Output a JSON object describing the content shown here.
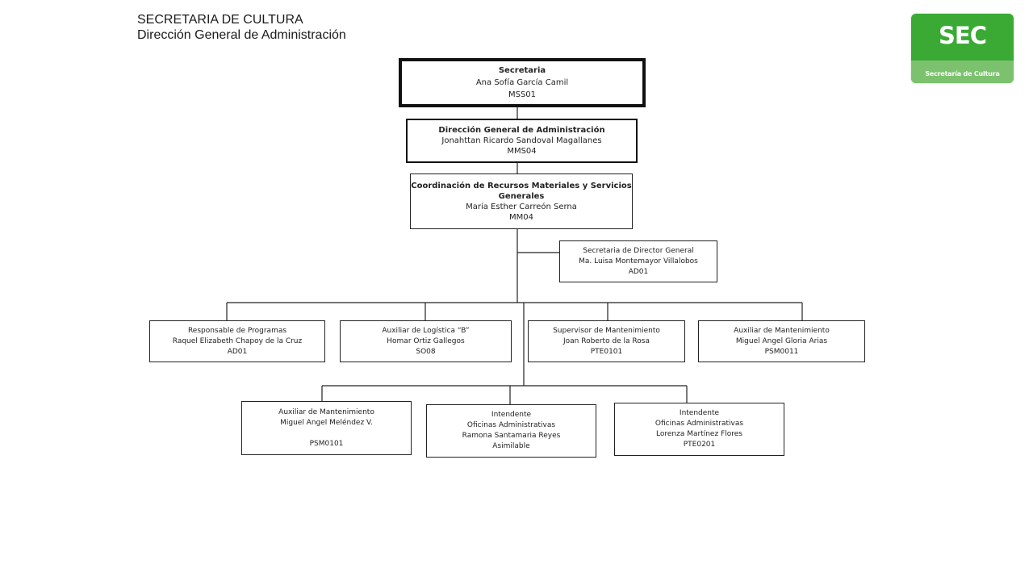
{
  "header": {
    "line1": "SECRETARIA DE CULTURA",
    "line2": "Dirección General de Administración"
  },
  "logo": {
    "mark": "SEC",
    "subtitle": "Secretaría de Cultura",
    "colors": {
      "main": "#3aaa35",
      "band": "#7cc26e"
    }
  },
  "nodes": {
    "secretaria": {
      "title": "Secretaria",
      "name": "Ana Sofía García Camil",
      "code": "MSS01"
    },
    "direccion": {
      "title": "Dirección General  de Administración",
      "name": "Jonahttan Ricardo Sandoval Magallanes",
      "code": "MMS04"
    },
    "coordinacion": {
      "title_1": "Coordinación  de Recursos Materiales  y Servicios",
      "title_2": "Generales",
      "name": "María Esther Carreón Serna",
      "code": "MM04"
    },
    "secretaria_director": {
      "title": "Secretaria de Director General",
      "name": "Ma. Luisa Montemayor Villalobos",
      "code": "AD01"
    },
    "responsable": {
      "title": "Responsable de Programas",
      "name": "Raquel Elizabeth Chapoy de la Cruz",
      "code": "AD01"
    },
    "auxiliar_logistica": {
      "title": "Auxiliar de Logística “B”",
      "name": "Homar Ortiz Gallegos",
      "code": "SO08"
    },
    "supervisor": {
      "title": "Supervisor de Mantenimiento",
      "name": "Joan Roberto de la Rosa",
      "code": "PTE0101"
    },
    "auxiliar_mant_1": {
      "title": "Auxiliar de Mantenimiento",
      "name": "Miguel Angel Gloria Arias",
      "code": "PSM0011"
    },
    "auxiliar_mant_2": {
      "title": "Auxiliar de Mantenimiento",
      "name": "Miguel Angel Meléndez V.",
      "code": "PSM0101"
    },
    "intendente_1": {
      "title": "Intendente",
      "area": "Oficinas Administrativas",
      "name": "Ramona Santamaria Reyes",
      "code": "Asimilable"
    },
    "intendente_2": {
      "title": "Intendente",
      "area": "Oficinas Administrativas",
      "name": "Lorenza Martínez Flores",
      "code": "PTE0201"
    }
  }
}
